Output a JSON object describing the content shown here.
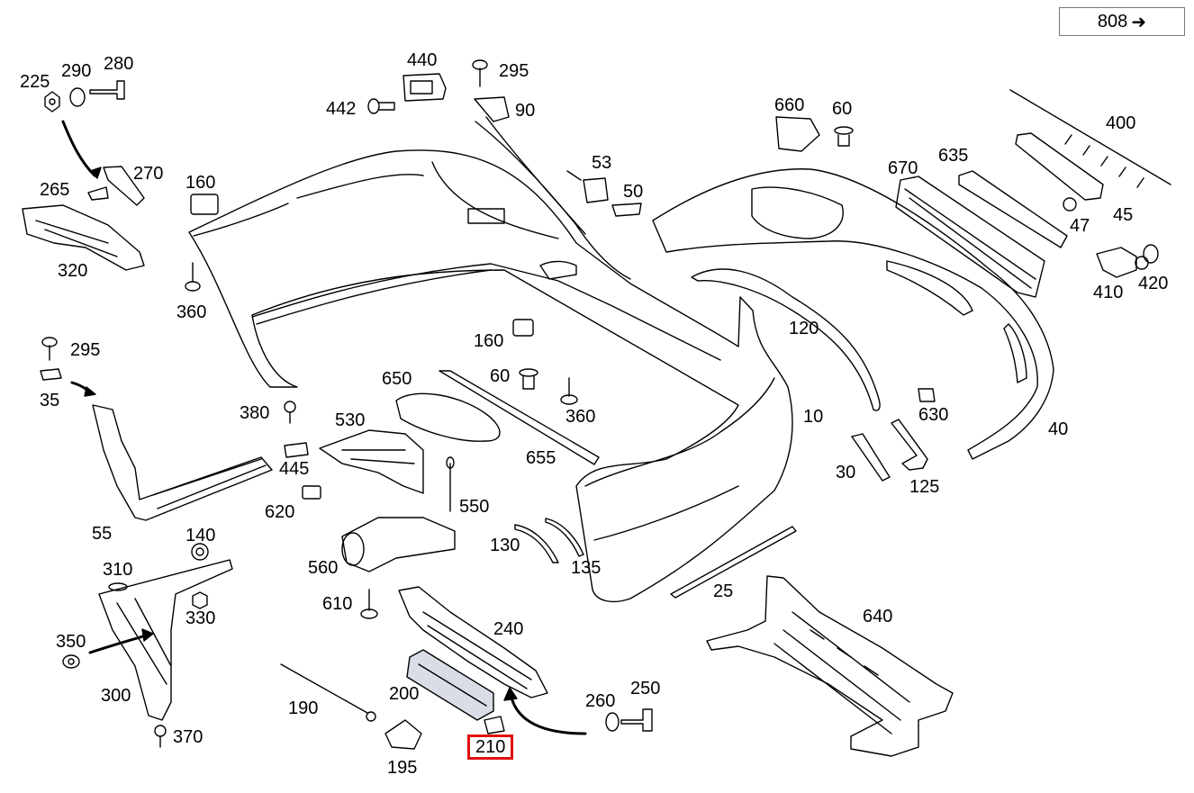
{
  "page_ref": {
    "number": "808",
    "arrow": "→"
  },
  "callouts": [
    "808",
    "225",
    "290",
    "280",
    "440",
    "295",
    "442",
    "90",
    "660",
    "60",
    "400",
    "270",
    "53",
    "160",
    "265",
    "50",
    "670",
    "635",
    "47",
    "45",
    "320",
    "360",
    "410",
    "420",
    "120",
    "295",
    "160",
    "60",
    "650",
    "35",
    "360",
    "380",
    "530",
    "10",
    "630",
    "445",
    "40",
    "655",
    "30",
    "125",
    "620",
    "550",
    "55",
    "140",
    "130",
    "310",
    "560",
    "135",
    "25",
    "330",
    "610",
    "240",
    "640",
    "350",
    "260",
    "250",
    "200",
    "300",
    "190",
    "370",
    "210",
    "195"
  ],
  "labels": {
    "l225": "225",
    "l290": "290",
    "l280": "280",
    "l440": "440",
    "l295a": "295",
    "l442": "442",
    "l90": "90",
    "l660": "660",
    "l60a": "60",
    "l400": "400",
    "l270": "270",
    "l53": "53",
    "l160a": "160",
    "l265": "265",
    "l50": "50",
    "l670": "670",
    "l635": "635",
    "l47": "47",
    "l45": "45",
    "l320": "320",
    "l360a": "360",
    "l410": "410",
    "l420": "420",
    "l120": "120",
    "l295b": "295",
    "l160b": "160",
    "l60b": "60",
    "l650": "650",
    "l35": "35",
    "l360b": "360",
    "l380": "380",
    "l530": "530",
    "l10": "10",
    "l630": "630",
    "l445": "445",
    "l40": "40",
    "l655": "655",
    "l30": "30",
    "l125": "125",
    "l620": "620",
    "l550": "550",
    "l55": "55",
    "l140": "140",
    "l130": "130",
    "l310": "310",
    "l560": "560",
    "l135": "135",
    "l25": "25",
    "l330": "330",
    "l610": "610",
    "l240": "240",
    "l640": "640",
    "l350": "350",
    "l260": "260",
    "l250": "250",
    "l200": "200",
    "l300": "300",
    "l190": "190",
    "l370": "370",
    "l210": "210",
    "l195": "195"
  },
  "highlight": {
    "part": "210",
    "color": "#e01010"
  }
}
